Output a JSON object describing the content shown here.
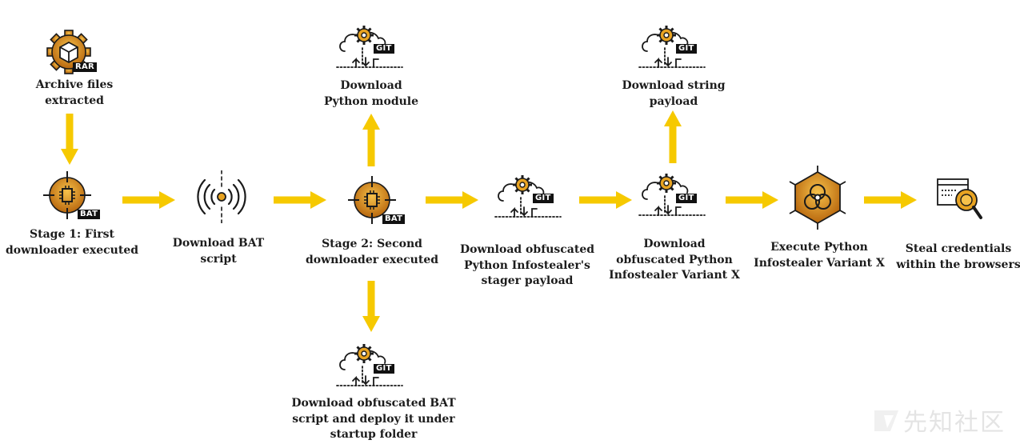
{
  "nodes": {
    "archive": {
      "label": "Archive files\nextracted",
      "tag": "RAR"
    },
    "stage1": {
      "label": "Stage 1: First\ndownloader executed",
      "tag": "BAT"
    },
    "download_bat": {
      "label": "Download BAT\nscript"
    },
    "stage2": {
      "label": "Stage 2: Second\ndownloader executed",
      "tag": "BAT"
    },
    "python_module": {
      "label": "Download\nPython module",
      "tag": "GIT"
    },
    "obf_bat": {
      "label": "Download obfuscated BAT\nscript and deploy it under\nstartup folder",
      "tag": "GIT"
    },
    "stager": {
      "label": "Download obfuscated\nPython Infostealer's\nstager payload",
      "tag": "GIT"
    },
    "variant_download": {
      "label": "Download\nobfuscated Python\nInfostealer Variant X",
      "tag": "GIT"
    },
    "string_payload": {
      "label": "Download string\npayload",
      "tag": "GIT"
    },
    "execute": {
      "label": "Execute Python\nInfostealer Variant X"
    },
    "steal": {
      "label": "Steal credentials\nwithin the browsers"
    }
  },
  "watermark": {
    "text": "先知社区"
  },
  "colors": {
    "arrow": "#f6c900",
    "icon_gold": "#e8a321",
    "icon_dark": "#1a1a1a"
  },
  "icons": {
    "archive": "gear-cube-icon",
    "stage1": "target-chip-icon",
    "download_bat": "broadcast-signal-icon",
    "stage2": "target-chip-icon",
    "git": "cloud-gear-git-icon",
    "execute": "biohazard-hexagon-icon",
    "steal": "browser-magnifier-icon"
  }
}
